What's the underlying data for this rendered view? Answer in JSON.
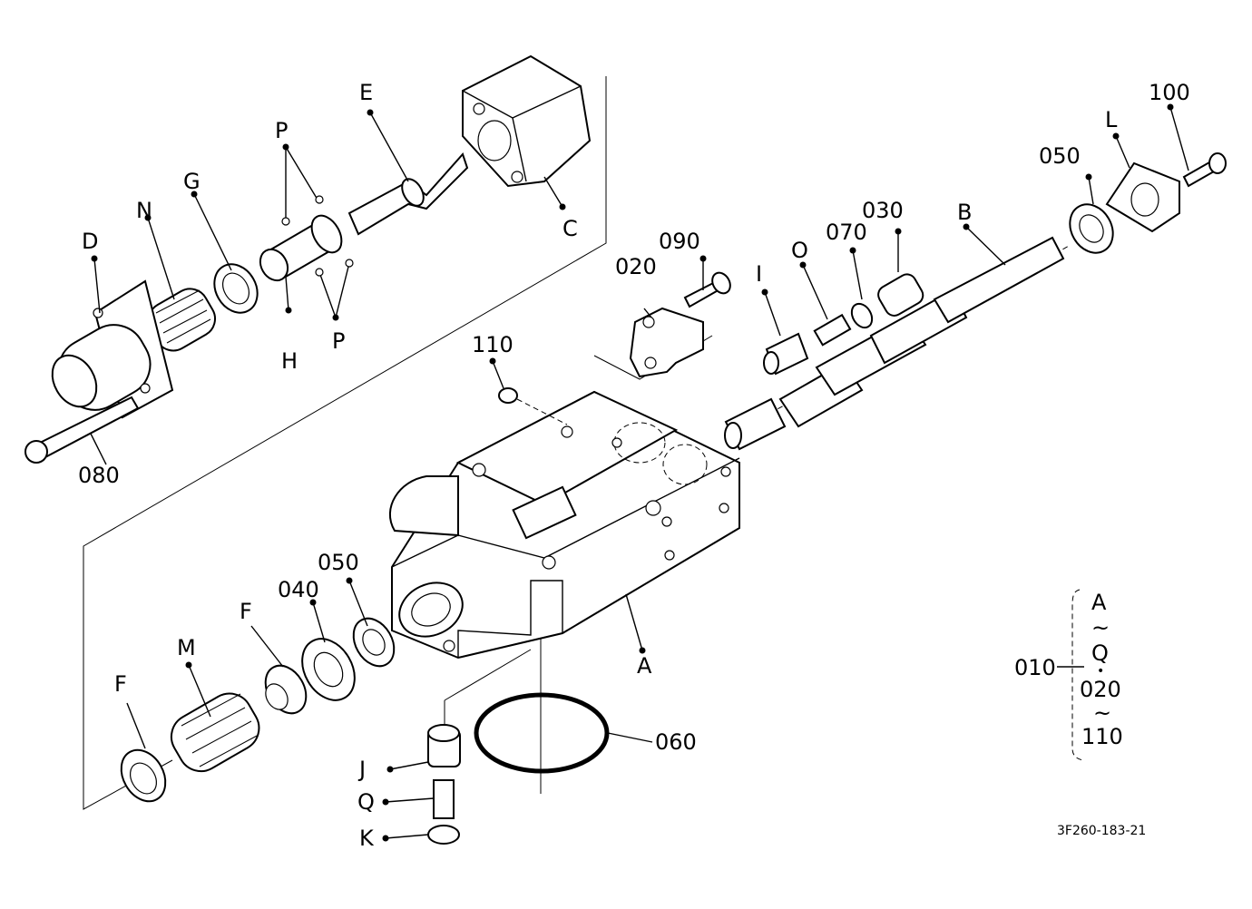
{
  "labels": {
    "A": "A",
    "B": "B",
    "C": "C",
    "D": "D",
    "E": "E",
    "F1": "F",
    "F2": "F",
    "G": "G",
    "H": "H",
    "I": "I",
    "J": "J",
    "K": "K",
    "L": "L",
    "M": "M",
    "N": "N",
    "O": "O",
    "P1": "P",
    "P2": "P",
    "Q": "Q",
    "p010": "010",
    "p020": "020",
    "p030": "030",
    "p040": "040",
    "p050a": "050",
    "p050b": "050",
    "p060": "060",
    "p070": "070",
    "p080": "080",
    "p090": "090",
    "p100": "100",
    "p110": "110"
  },
  "legend": {
    "start": "A",
    "tilde1": "~",
    "end1": "Q",
    "dot": "•",
    "start2": "020",
    "tilde2": "~",
    "end2": "110"
  },
  "drawing_code": "3F260-183-21"
}
